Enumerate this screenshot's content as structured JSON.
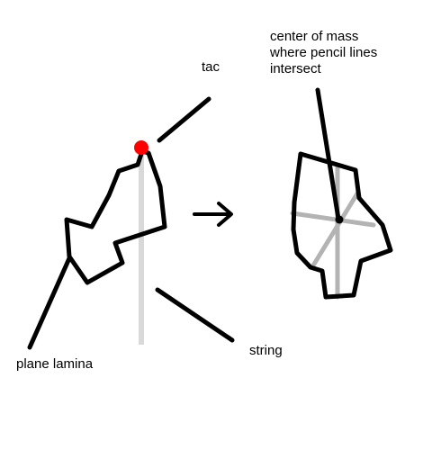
{
  "labels": {
    "tac": "tac",
    "string": "string",
    "plane_lamina": "plane lamina",
    "center_of_mass": [
      "center of mass",
      "where pencil lines",
      "intersect"
    ]
  },
  "colors": {
    "outline": "#000000",
    "string": "#d9d9d9",
    "pencil_line": "#b3b3b3",
    "tac": "#ff0000",
    "background": "#ffffff"
  },
  "icons": {
    "arrow": "right-arrow-icon"
  }
}
